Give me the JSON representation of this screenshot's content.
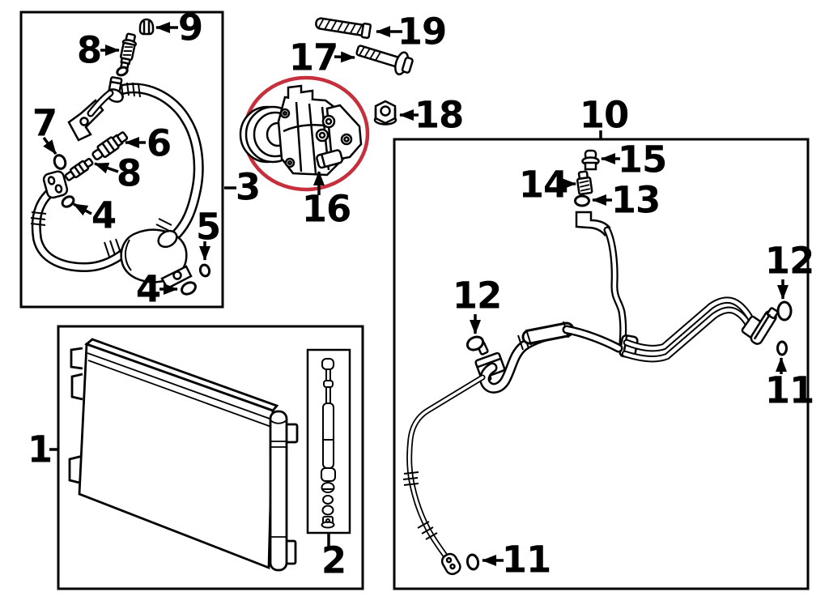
{
  "figure": {
    "background": "#ffffff",
    "line_color": "#000000",
    "highlight_color": "#c5303c"
  },
  "callouts": {
    "c1": {
      "label": "1"
    },
    "c2": {
      "label": "2"
    },
    "c3": {
      "label": "3"
    },
    "c4a": {
      "label": "4"
    },
    "c4b": {
      "label": "4"
    },
    "c5": {
      "label": "5"
    },
    "c6": {
      "label": "6"
    },
    "c7": {
      "label": "7"
    },
    "c8a": {
      "label": "8"
    },
    "c8b": {
      "label": "8"
    },
    "c9": {
      "label": "9"
    },
    "c10": {
      "label": "10"
    },
    "c11a": {
      "label": "11"
    },
    "c11b": {
      "label": "11"
    },
    "c12a": {
      "label": "12"
    },
    "c12b": {
      "label": "12"
    },
    "c13": {
      "label": "13"
    },
    "c14": {
      "label": "14"
    },
    "c15": {
      "label": "15"
    },
    "c16": {
      "label": "16"
    },
    "c17": {
      "label": "17"
    },
    "c18": {
      "label": "18"
    },
    "c19": {
      "label": "19"
    }
  }
}
